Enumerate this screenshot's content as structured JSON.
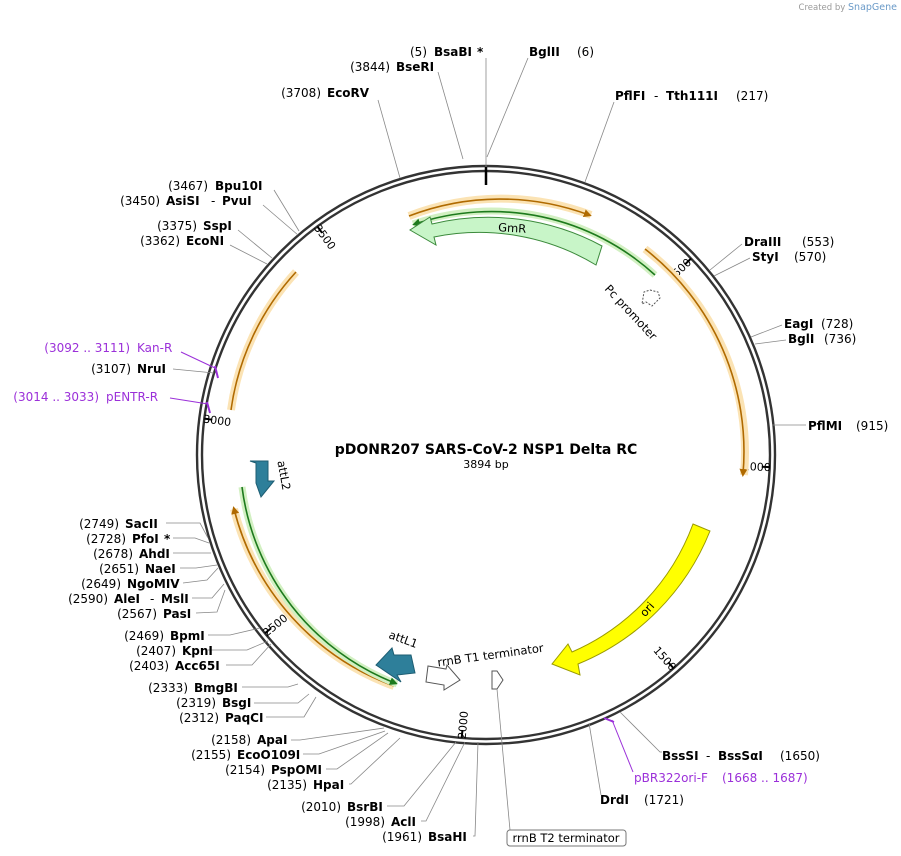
{
  "logo": {
    "created_by": "Created by",
    "brand": "SnapGene",
    "brand_color": "#6a9ac8"
  },
  "plasmid": {
    "name": "pDONR207 SARS-CoV-2 NSP1 Delta RC",
    "length_label": "3894 bp",
    "length": 3894
  },
  "ticks": [
    {
      "pos": 500,
      "label": "500"
    },
    {
      "pos": 1000,
      "label": "1000"
    },
    {
      "pos": 1500,
      "label": "1500"
    },
    {
      "pos": 2000,
      "label": "2000"
    },
    {
      "pos": 2500,
      "label": "2500"
    },
    {
      "pos": 3000,
      "label": "3000"
    },
    {
      "pos": 3500,
      "label": "3500"
    }
  ],
  "sites": [
    {
      "id": "bsabi",
      "enzyme": "BsaBI",
      "pos": "(5)",
      "marker": "*"
    },
    {
      "id": "bglii",
      "enzyme": "BglII",
      "pos": "(6)"
    },
    {
      "id": "bseri",
      "enzyme": "BseRI",
      "pos": "(3844)"
    },
    {
      "id": "ecorv",
      "enzyme": "EcoRV",
      "pos": "(3708)"
    },
    {
      "id": "pflfi",
      "enzyme": "PflFI",
      "enzyme2": "Tth111I",
      "pos": "(217)"
    },
    {
      "id": "bpu10i",
      "enzyme": "Bpu10I",
      "pos": "(3467)"
    },
    {
      "id": "asisi",
      "enzyme": "AsiSI",
      "enzyme2": "PvuI",
      "pos": "(3450)"
    },
    {
      "id": "sspi",
      "enzyme": "SspI",
      "pos": "(3375)"
    },
    {
      "id": "econi",
      "enzyme": "EcoNI",
      "pos": "(3362)"
    },
    {
      "id": "draiii",
      "enzyme": "DraIII",
      "pos": "(553)"
    },
    {
      "id": "styi",
      "enzyme": "StyI",
      "pos": "(570)"
    },
    {
      "id": "eagi",
      "enzyme": "EagI",
      "pos": "(728)"
    },
    {
      "id": "bgli",
      "enzyme": "BglI",
      "pos": "(736)"
    },
    {
      "id": "nrui",
      "enzyme": "NruI",
      "pos": "(3107)"
    },
    {
      "id": "pflmi",
      "enzyme": "PflMI",
      "pos": "(915)"
    },
    {
      "id": "sacii",
      "enzyme": "SacII",
      "pos": "(2749)"
    },
    {
      "id": "pfoi",
      "enzyme": "PfoI",
      "pos": "(2728)",
      "marker": "*"
    },
    {
      "id": "ahdi",
      "enzyme": "AhdI",
      "pos": "(2678)"
    },
    {
      "id": "naei",
      "enzyme": "NaeI",
      "pos": "(2651)"
    },
    {
      "id": "ngomiv",
      "enzyme": "NgoMIV",
      "pos": "(2649)"
    },
    {
      "id": "alei",
      "enzyme": "AleI",
      "enzyme2": "MslI",
      "pos": "(2590)"
    },
    {
      "id": "pasi",
      "enzyme": "PasI",
      "pos": "(2567)"
    },
    {
      "id": "bpmi",
      "enzyme": "BpmI",
      "pos": "(2469)"
    },
    {
      "id": "kpni",
      "enzyme": "KpnI",
      "pos": "(2407)"
    },
    {
      "id": "acc65i",
      "enzyme": "Acc65I",
      "pos": "(2403)"
    },
    {
      "id": "bmgbi",
      "enzyme": "BmgBI",
      "pos": "(2333)"
    },
    {
      "id": "bsgi",
      "enzyme": "BsgI",
      "pos": "(2319)"
    },
    {
      "id": "paqci",
      "enzyme": "PaqCI",
      "pos": "(2312)"
    },
    {
      "id": "apai",
      "enzyme": "ApaI",
      "pos": "(2158)"
    },
    {
      "id": "ecoo109i",
      "enzyme": "EcoO109I",
      "pos": "(2155)"
    },
    {
      "id": "pspomi",
      "enzyme": "PspOMI",
      "pos": "(2154)"
    },
    {
      "id": "hpai",
      "enzyme": "HpaI",
      "pos": "(2135)"
    },
    {
      "id": "bsrbi",
      "enzyme": "BsrBI",
      "pos": "(2010)"
    },
    {
      "id": "acli",
      "enzyme": "AclI",
      "pos": "(1998)"
    },
    {
      "id": "bsahi",
      "enzyme": "BsaHI",
      "pos": "(1961)"
    },
    {
      "id": "bsssi",
      "enzyme": "BssSI",
      "enzyme2": "BssSαI",
      "pos": "(1650)"
    },
    {
      "id": "drdi",
      "enzyme": "DrdI",
      "pos": "(1721)"
    }
  ],
  "primers": [
    {
      "id": "kanr",
      "name": "Kan-R",
      "range": "(3092 .. 3111)",
      "color": "#9b30d9"
    },
    {
      "id": "pentrr",
      "name": "pENTR-R",
      "range": "(3014 .. 3033)",
      "color": "#9b30d9"
    },
    {
      "id": "pbr322",
      "name": "pBR322ori-F",
      "range": "(1668 .. 1687)",
      "color": "#9b30d9"
    }
  ],
  "features": [
    {
      "id": "gmr",
      "name": "GmR",
      "color": "#c8f5c8"
    },
    {
      "id": "pc",
      "name": "Pc promoter",
      "color": "#ffffff"
    },
    {
      "id": "ori",
      "name": "ori",
      "color": "#ffff00"
    },
    {
      "id": "attl1",
      "name": "attL1",
      "color": "#2e7f9a"
    },
    {
      "id": "attl2",
      "name": "attL2",
      "color": "#2e7f9a"
    },
    {
      "id": "rrnbt1",
      "name": "rrnB T1 terminator",
      "color": "#ffffff"
    },
    {
      "id": "rrnbt2",
      "name": "rrnB T2 terminator",
      "color": "#ffffff"
    }
  ],
  "colors": {
    "orf": "#f0a030",
    "orf_fill": "#fbe3b4",
    "gene": "#228b22",
    "backbone": "#333333"
  }
}
